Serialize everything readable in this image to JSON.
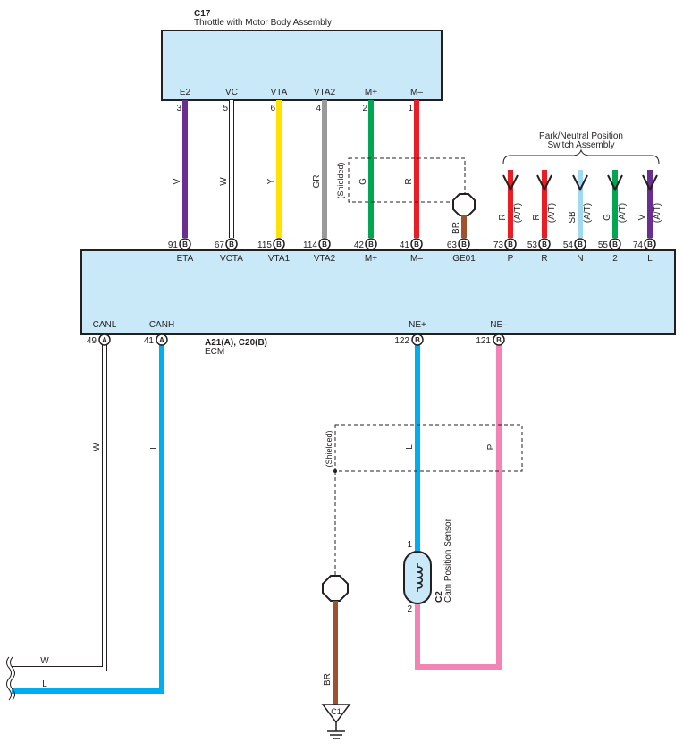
{
  "colors": {
    "box_fill": "#c9e9f8",
    "outline": "#231f20",
    "V": "#6a2d91",
    "W": "#ffffff",
    "Y": "#ffe200",
    "GR": "#9a9a9a",
    "G": "#00a651",
    "R": "#ed1c24",
    "BR": "#a0522d",
    "SB": "#9fd9f2",
    "L": "#00aeef",
    "P": "#f285b5"
  },
  "throttle": {
    "code": "C17",
    "title": "Throttle with Motor Body Assembly",
    "pins": [
      {
        "label": "E2",
        "num": "3"
      },
      {
        "label": "VC",
        "num": "5"
      },
      {
        "label": "VTA",
        "num": "6"
      },
      {
        "label": "VTA2",
        "num": "4"
      },
      {
        "label": "M+",
        "num": "2"
      },
      {
        "label": "M–",
        "num": "1"
      }
    ]
  },
  "ecm": {
    "codes": "A21(A), C20(B)",
    "title": "ECM",
    "top_pins": [
      {
        "num": "91",
        "conn": "B",
        "label": "ETA"
      },
      {
        "num": "67",
        "conn": "B",
        "label": "VCTA"
      },
      {
        "num": "115",
        "conn": "B",
        "label": "VTA1"
      },
      {
        "num": "114",
        "conn": "B",
        "label": "VTA2"
      },
      {
        "num": "42",
        "conn": "B",
        "label": "M+"
      },
      {
        "num": "41",
        "conn": "B",
        "label": "M–"
      },
      {
        "num": "63",
        "conn": "B",
        "label": "GE01"
      },
      {
        "num": "73",
        "conn": "B",
        "label": "P"
      },
      {
        "num": "53",
        "conn": "B",
        "label": "R"
      },
      {
        "num": "54",
        "conn": "B",
        "label": "N"
      },
      {
        "num": "55",
        "conn": "B",
        "label": "2"
      },
      {
        "num": "74",
        "conn": "B",
        "label": "L"
      }
    ],
    "bottom_pins": [
      {
        "num": "49",
        "conn": "A",
        "label": "CANL"
      },
      {
        "num": "41",
        "conn": "A",
        "label": "CANH"
      },
      {
        "num": "122",
        "conn": "B",
        "label": "NE+"
      },
      {
        "num": "121",
        "conn": "B",
        "label": "NE–"
      }
    ]
  },
  "wires_top": [
    {
      "color_code": "V",
      "color_key": "V"
    },
    {
      "color_code": "W",
      "color_key": "W"
    },
    {
      "color_code": "Y",
      "color_key": "Y"
    },
    {
      "color_code": "GR",
      "color_key": "GR"
    },
    {
      "color_code": "G",
      "color_key": "G"
    },
    {
      "color_code": "R",
      "color_key": "R"
    }
  ],
  "shield_label": "(Shielded)",
  "ground_wire_label": "BR",
  "park_neutral": {
    "title_line1": "Park/Neutral Position",
    "title_line2": "Switch Assembly",
    "wires": [
      {
        "color_code": "R",
        "color_key": "R",
        "note": "(A/T)"
      },
      {
        "color_code": "R",
        "color_key": "R",
        "note": "(A/T)"
      },
      {
        "color_code": "SB",
        "color_key": "SB",
        "note": "(A/T)"
      },
      {
        "color_code": "G",
        "color_key": "G",
        "note": "(A/T)"
      },
      {
        "color_code": "V",
        "color_key": "V",
        "note": "(A/T)"
      }
    ]
  },
  "can": {
    "canl_wire": "W",
    "canh_wire": "L"
  },
  "cam_sensor": {
    "code": "C2",
    "title": "Cam Position Sensor",
    "pin1": "1",
    "pin2": "2",
    "ne_plus_wire": "L",
    "ne_minus_wire": "P",
    "shield_label": "(Shielded)",
    "ground_wire": "BR",
    "ground_code": "C1"
  }
}
